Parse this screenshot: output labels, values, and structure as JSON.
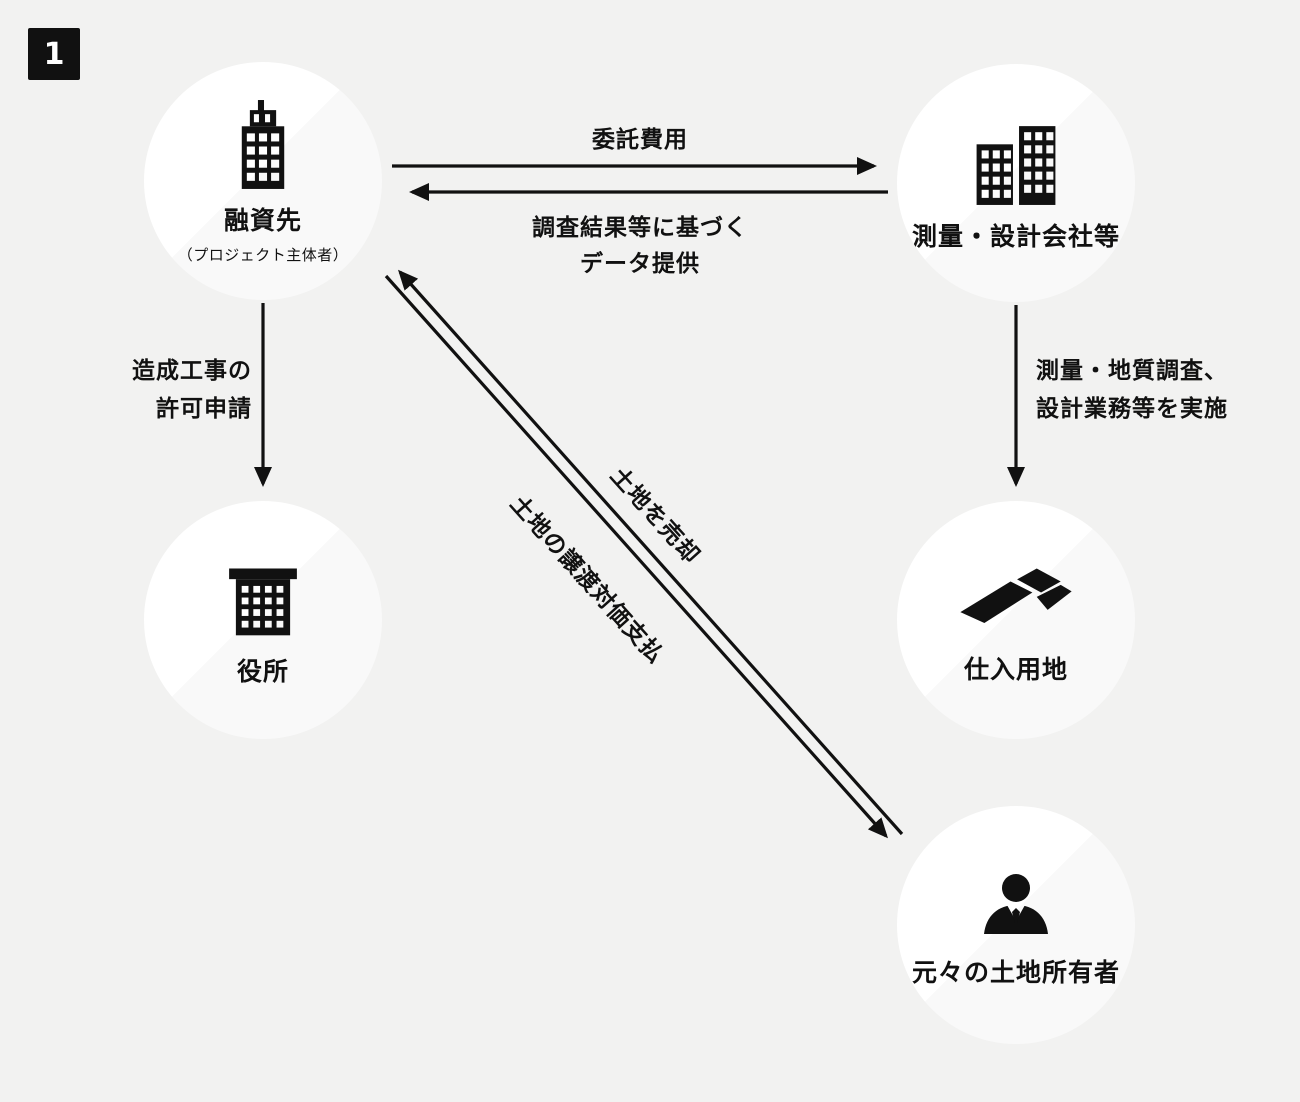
{
  "badge": "1",
  "colors": {
    "background": "#f2f2f1",
    "node_fill": "#ffffff",
    "ink": "#111111"
  },
  "nodes": {
    "borrower": {
      "label": "融資先",
      "sublabel": "（プロジェクト主体者）",
      "icon": "office-building-icon"
    },
    "survey_company": {
      "label": "測量・設計会社等",
      "icon": "two-buildings-icon"
    },
    "government_office": {
      "label": "役所",
      "icon": "government-building-icon"
    },
    "purchased_land": {
      "label": "仕入用地",
      "icon": "land-parcels-icon"
    },
    "original_landowner": {
      "label": "元々の土地所有者",
      "icon": "person-icon"
    }
  },
  "edges": {
    "commission_fee": {
      "label": "委託費用"
    },
    "data_provision": {
      "line1": "調査結果等に基づく",
      "line2": "データ提供"
    },
    "permit_application": {
      "line1": "造成工事の",
      "line2": "許可申請"
    },
    "survey_work": {
      "line1": "測量・地質調査、",
      "line2": "設計業務等を実施"
    },
    "sell_land": {
      "label": "土地を売却"
    },
    "transfer_payment": {
      "label": "土地の譲渡対価支払"
    }
  }
}
